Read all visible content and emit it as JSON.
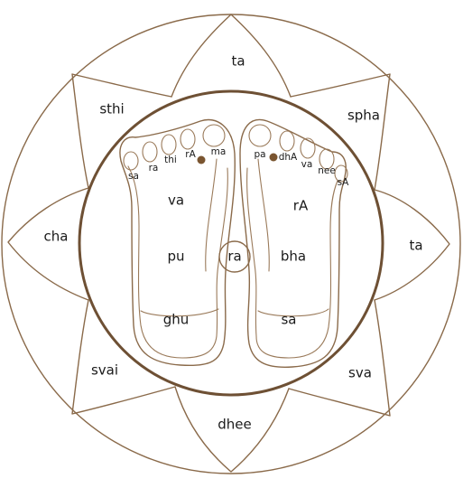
{
  "diagram": {
    "petals": {
      "top": "ta",
      "top_left": "sthi",
      "top_right": "spha",
      "left": "cha",
      "right": "ta",
      "bottom_left": "svai",
      "bottom_right": "sva",
      "bottom": "dhee"
    },
    "center": "ra",
    "left_foot": {
      "toes": [
        "sa",
        "ra",
        "thi",
        "rA",
        "ma"
      ],
      "sole": [
        "va",
        "pu",
        "ghu"
      ]
    },
    "right_foot": {
      "toes": [
        "pa",
        "dhA",
        "va",
        "nee",
        "sA"
      ],
      "sole": [
        "rA",
        "bha",
        "sa"
      ]
    },
    "colors": {
      "line": "#8a6a4a",
      "mark": "#7a5530",
      "text": "#1a1a1a"
    }
  }
}
